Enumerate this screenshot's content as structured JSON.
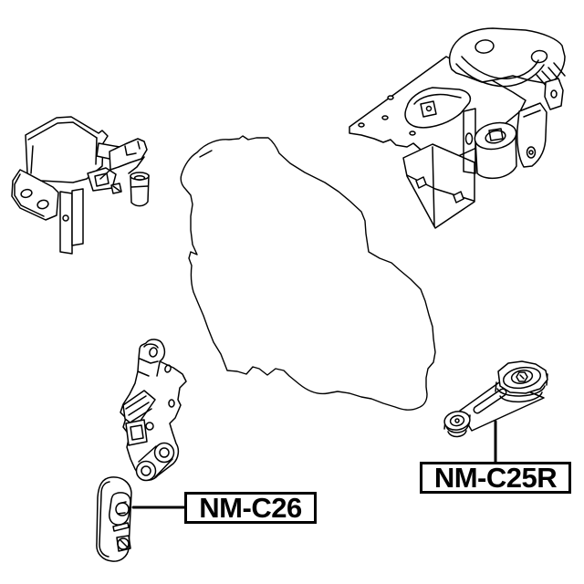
{
  "page": {
    "background_color": "#ffffff"
  },
  "diagram": {
    "line_color": "#000000",
    "label_box": {
      "border_color": "#000000",
      "background_color": "#ffffff",
      "text_color": "#000000"
    },
    "labels": {
      "nm_c26": "NM-C26",
      "nm_c25r": "NM-C25R"
    },
    "parts": [
      {
        "name": "front-engine-mount-drawing"
      },
      {
        "name": "rear-engine-mount-bracket-assembly-drawing"
      },
      {
        "name": "engine-block-outline-drawing"
      },
      {
        "name": "side-mount-bracket-drawing"
      },
      {
        "name": "oval-rubber-mount-drawing",
        "label_key": "nm_c26"
      },
      {
        "name": "torque-rod-mount-drawing",
        "label_key": "nm_c25r"
      }
    ]
  }
}
